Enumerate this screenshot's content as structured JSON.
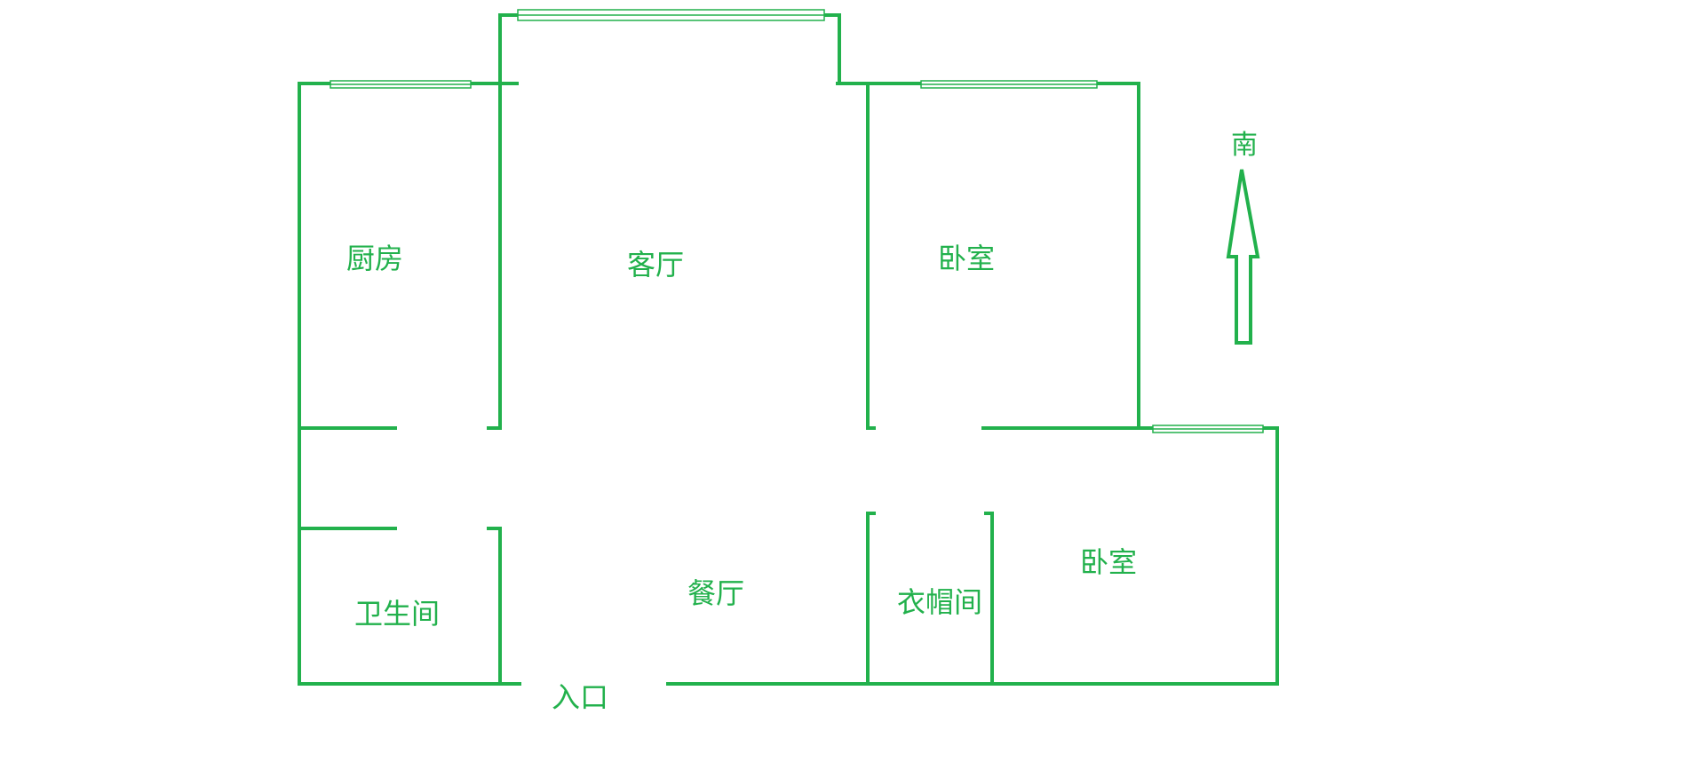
{
  "colors": {
    "wall": "#22b14c",
    "background": "#ffffff"
  },
  "rooms": {
    "kitchen": "厨房",
    "living_room": "客厅",
    "bedroom_north": "卧室",
    "bedroom_south": "卧室",
    "bathroom": "卫生间",
    "dining_room": "餐厅",
    "cloakroom": "衣帽间"
  },
  "entrance": "入口",
  "compass": {
    "label": "南",
    "icon": "arrow-up-icon"
  }
}
